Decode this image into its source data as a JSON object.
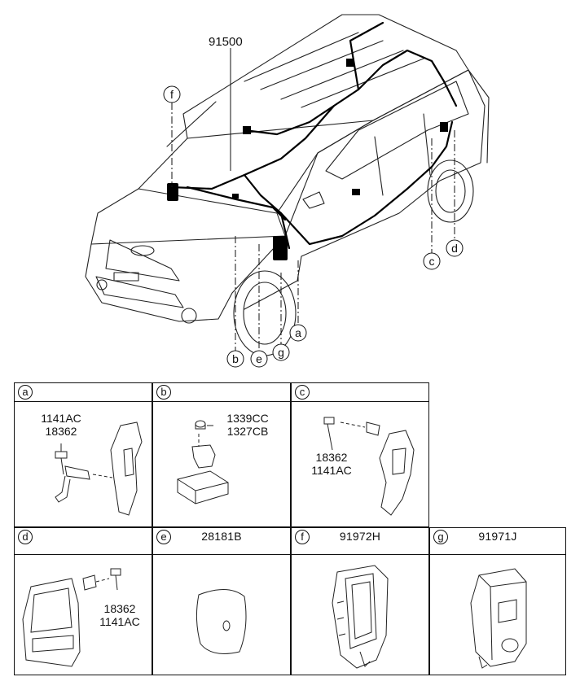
{
  "main": {
    "part_number": "91500",
    "callouts": [
      "a",
      "b",
      "c",
      "d",
      "e",
      "f",
      "g"
    ]
  },
  "panels": [
    {
      "letter": "a",
      "code": "",
      "labels": [
        "1141AC",
        "18362"
      ]
    },
    {
      "letter": "b",
      "code": "",
      "labels": [
        "1339CC",
        "1327CB"
      ]
    },
    {
      "letter": "c",
      "code": "",
      "labels": [
        "18362",
        "1141AC"
      ]
    },
    {
      "letter": "d",
      "code": "",
      "labels": [
        "18362",
        "1141AC"
      ]
    },
    {
      "letter": "e",
      "code": "28181B",
      "labels": []
    },
    {
      "letter": "f",
      "code": "91972H",
      "labels": []
    },
    {
      "letter": "g",
      "code": "91971J",
      "labels": []
    }
  ]
}
